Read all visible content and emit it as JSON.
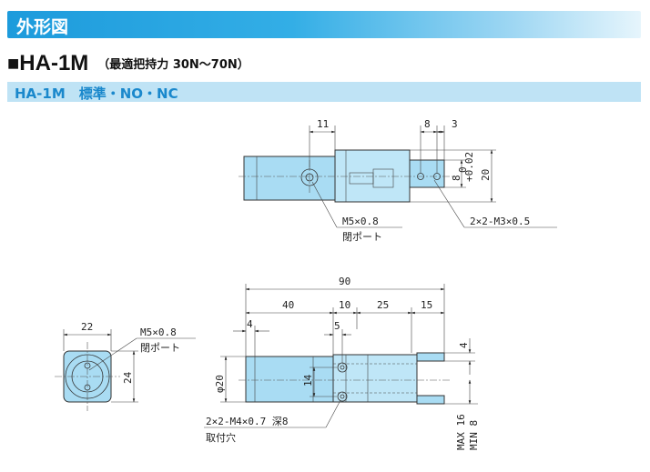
{
  "section_title": "外形図",
  "model": {
    "square": "■",
    "name": "HA-1M",
    "spec": "（最適把持力 30N〜70N）"
  },
  "variant": "HA-1M　標準・NO・NC",
  "top_view": {
    "dims": {
      "d11": "11",
      "d8": "8",
      "d3": "3",
      "d20": "20",
      "d8tol": "8",
      "tol": "+0.02\n0"
    },
    "notes": {
      "port_thread": "M5×0.8",
      "port_label": "閉ポート",
      "tap": "2×2-M3×0.5"
    }
  },
  "end_view": {
    "dims": {
      "d22": "22",
      "d24": "24"
    },
    "notes": {
      "port_thread": "M5×0.8",
      "port_label": "閉ポート"
    }
  },
  "side_view": {
    "dims": {
      "d90": "90",
      "d40": "40",
      "d10": "10",
      "d25": "25",
      "d15": "15",
      "d4a": "4",
      "d5": "5",
      "phi20": "φ20",
      "d14": "14",
      "d4b": "4",
      "max16": "MAX 16",
      "min8": "MIN 8"
    },
    "notes": {
      "mount_tap": "2×2-M4×0.7 深8",
      "mount_label": "取付穴"
    }
  }
}
